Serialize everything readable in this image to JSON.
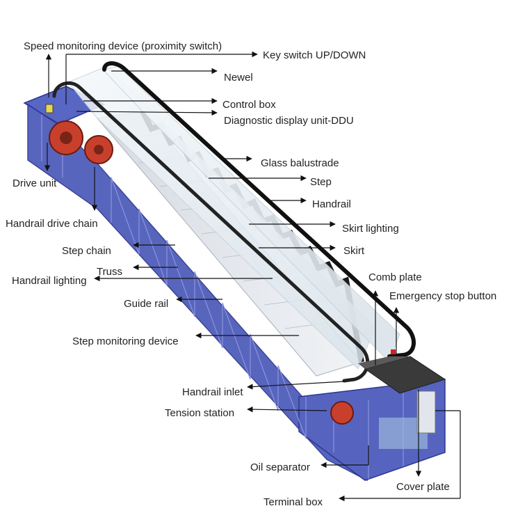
{
  "diagram": {
    "labels": {
      "speed_monitoring": "Speed monitoring device (proximity switch)",
      "key_switch": "Key switch UP/DOWN",
      "newel": "Newel",
      "control_box": "Control box",
      "ddu": "Diagnostic display unit-DDU",
      "drive_unit": "Drive unit",
      "glass_balustrade": "Glass balustrade",
      "step": "Step",
      "handrail": "Handrail",
      "handrail_drive_chain": "Handrail drive chain",
      "skirt_lighting": "Skirt lighting",
      "step_chain": "Step chain",
      "skirt": "Skirt",
      "truss": "Truss",
      "comb_plate": "Comb plate",
      "handrail_lighting": "Handrail lighting",
      "emergency_stop": "Emergency stop button",
      "guide_rail": "Guide rail",
      "step_monitoring": "Step monitoring device",
      "handrail_inlet": "Handrail inlet",
      "tension_station": "Tension station",
      "oil_separator": "Oil separator",
      "cover_plate": "Cover plate",
      "terminal_box": "Terminal box"
    },
    "colors": {
      "truss": "#4a58b8",
      "truss_dark": "#2c3690",
      "drive_wheel": "#c8402c",
      "handrail": "#111111",
      "step": "#e6e9ee",
      "skirt": "#1a1a1a",
      "cover_plate": "#3a3a3a"
    }
  }
}
